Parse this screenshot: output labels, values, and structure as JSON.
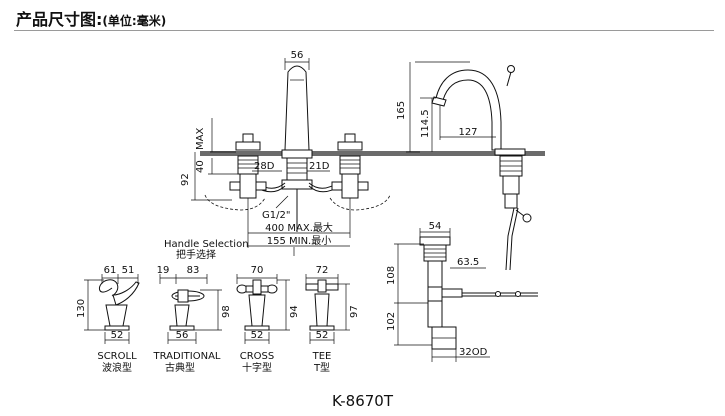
{
  "header": {
    "title": "产品尺寸图:",
    "unit": "(单位:毫米)"
  },
  "model": "K-8670T",
  "front_view": {
    "dims": {
      "spout_width": "56",
      "max": "MAX",
      "d40": "40",
      "d92": "92",
      "d28d": "28D",
      "d21d": "21D",
      "thread": "G1/2\"",
      "spread_max": "400 MAX.最大",
      "spread_min": "155 MIN.最小"
    }
  },
  "side_view": {
    "dims": {
      "d165": "165",
      "d1145": "114.5",
      "d127": "127",
      "d54": "54",
      "d635": "63.5",
      "d108": "108",
      "d102": "102",
      "d32od": "32OD"
    }
  },
  "handle_selection": {
    "title_en": "Handle Selection",
    "title_cn": "把手选择",
    "handles": [
      {
        "name_en": "SCROLL",
        "name_cn": "波浪型",
        "top_dims": [
          "61",
          "51"
        ],
        "height": "130",
        "base": "52"
      },
      {
        "name_en": "TRADITIONAL",
        "name_cn": "古典型",
        "top_dims": [
          "19",
          "83"
        ],
        "height": "98",
        "base": "56"
      },
      {
        "name_en": "CROSS",
        "name_cn": "十字型",
        "top_dims": [
          "70"
        ],
        "height": "94",
        "base": "52"
      },
      {
        "name_en": "TEE",
        "name_cn": "T型",
        "top_dims": [
          "72"
        ],
        "height": "97",
        "base": "52"
      }
    ]
  }
}
